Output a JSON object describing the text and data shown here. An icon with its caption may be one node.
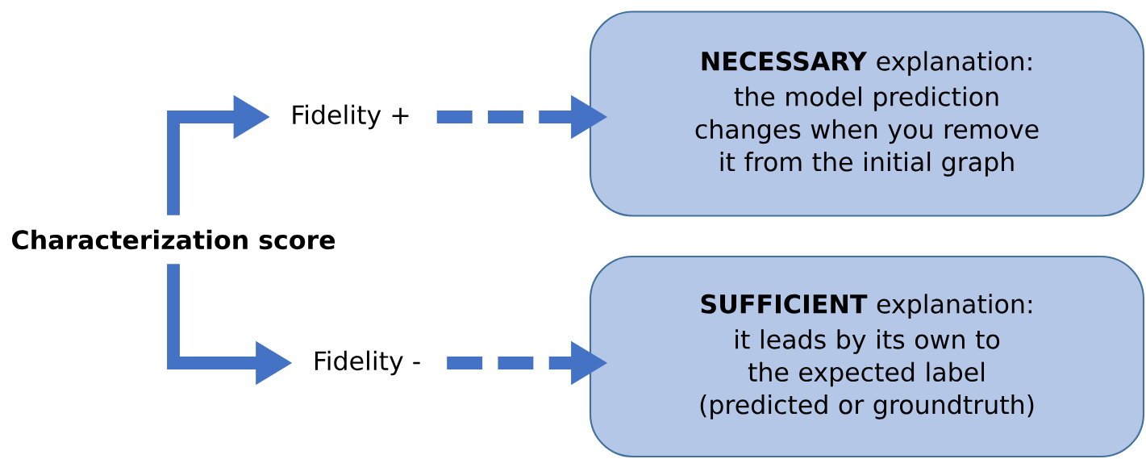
{
  "diagram": {
    "nodes": [
      {
        "text": [
          "Characterization score"
        ]
      },
      {
        "text": [
          "Fidelity +"
        ]
      },
      {
        "text": [
          "Fidelity -"
        ]
      },
      {
        "text": [
          "**NECESSARY** explanation:",
          "the model prediction changes when you remove it from the initial graph"
        ]
      },
      {
        "text": [
          "**SUFFICIENT** explanation:",
          "it leads by its own to the expected label (predicted or groundtruth)"
        ]
      }
    ],
    "edges": [
      {
        "from": 0,
        "to": 1,
        "arrow": "to"
      },
      {
        "from": 0,
        "to": 2,
        "arrow": "to"
      },
      {
        "from": 1,
        "to": 3,
        "arrow": "to",
        "style": "dashed"
      },
      {
        "from": 2,
        "to": 4,
        "arrow": "to",
        "style": "dashed"
      }
    ]
  }
}
